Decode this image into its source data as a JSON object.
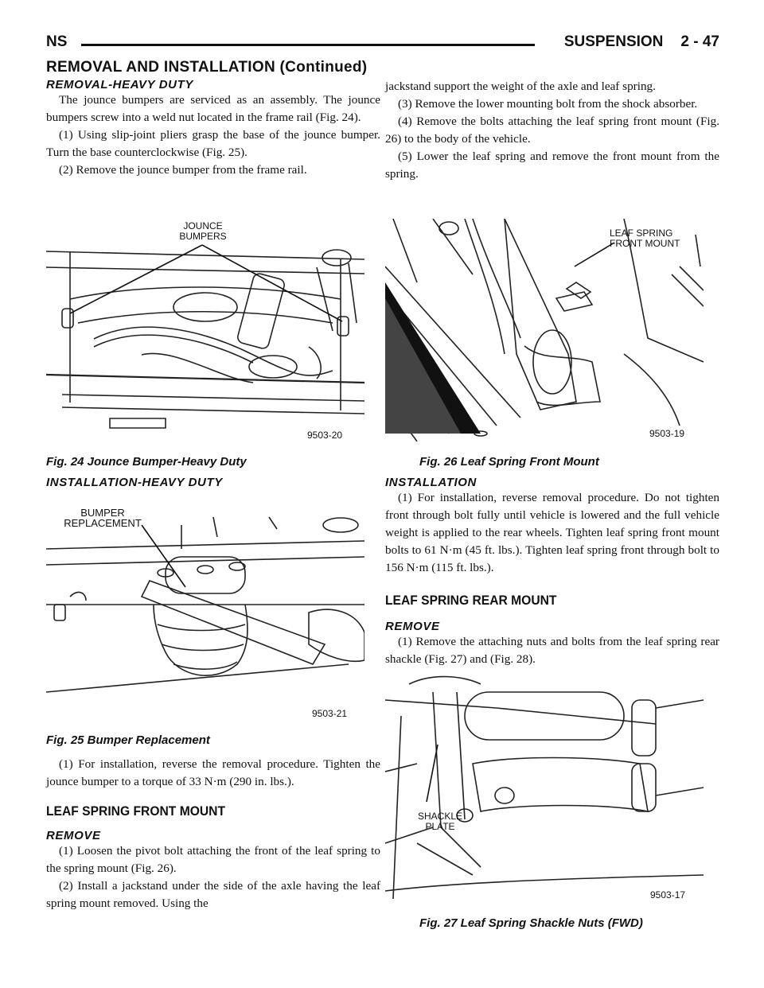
{
  "header": {
    "left": "NS",
    "section": "SUSPENSION",
    "page": "2 - 47"
  },
  "section_title": "REMOVAL AND INSTALLATION (Continued)",
  "left": {
    "removal_hd_heading": "REMOVAL-HEAVY DUTY",
    "removal_hd_p1": "The jounce bumpers are serviced as an assembly. The jounce bumpers screw into a weld nut located in the frame rail (Fig. 24).",
    "removal_hd_p2": "(1) Using slip-joint pliers grasp the base of the jounce bumper. Turn the base counterclockwise (Fig. 25).",
    "removal_hd_p3": "(2) Remove the jounce bumper from the frame rail.",
    "fig24": {
      "callout1": "JOUNCE",
      "callout2": "BUMPERS",
      "number": "9503-20",
      "caption": "Fig. 24 Jounce Bumper-Heavy Duty"
    },
    "install_hd_heading": "INSTALLATION-HEAVY DUTY",
    "fig25": {
      "callout1": "BUMPER",
      "callout2": "REPLACEMENT",
      "number": "9503-21",
      "caption": "Fig. 25 Bumper Replacement"
    },
    "install_hd_p1": "(1) For installation, reverse the removal procedure. Tighten the jounce bumper to a torque of 33 N·m (290 in. lbs.).",
    "front_mount_heading": "LEAF SPRING FRONT MOUNT",
    "remove_heading": "REMOVE",
    "remove_p1": "(1) Loosen the pivot bolt attaching the front of the leaf spring to the spring mount (Fig. 26).",
    "remove_p2": "(2) Install a jackstand under the side of the axle having the leaf spring mount removed. Using the"
  },
  "right": {
    "cont_p": "jackstand support the weight of the axle and leaf spring.",
    "p3": "(3) Remove the lower mounting bolt from the shock absorber.",
    "p4": "(4) Remove the bolts attaching the leaf spring front mount (Fig. 26) to the body of the vehicle.",
    "p5": "(5) Lower the leaf spring and remove the front mount from the spring.",
    "fig26": {
      "callout1": "LEAF SPRING",
      "callout2": "FRONT MOUNT",
      "number": "9503-19",
      "caption": "Fig. 26 Leaf Spring Front Mount"
    },
    "install_heading": "INSTALLATION",
    "install_p1": "(1) For installation, reverse removal procedure. Do not tighten front through bolt fully until vehicle is lowered and the full vehicle weight is applied to the rear wheels. Tighten leaf spring front mount bolts to 61 N·m (45 ft. lbs.). Tighten leaf spring front through bolt to 156 N·m (115 ft. lbs.).",
    "rear_mount_heading": "LEAF SPRING REAR MOUNT",
    "remove_heading": "REMOVE",
    "remove_p1": "(1) Remove the attaching nuts and bolts from the leaf spring rear shackle (Fig. 27) and (Fig. 28).",
    "fig27": {
      "callout1": "SHACKLE",
      "callout2": "PLATE",
      "number": "9503-17",
      "caption": "Fig. 27 Leaf Spring Shackle Nuts (FWD)"
    }
  }
}
